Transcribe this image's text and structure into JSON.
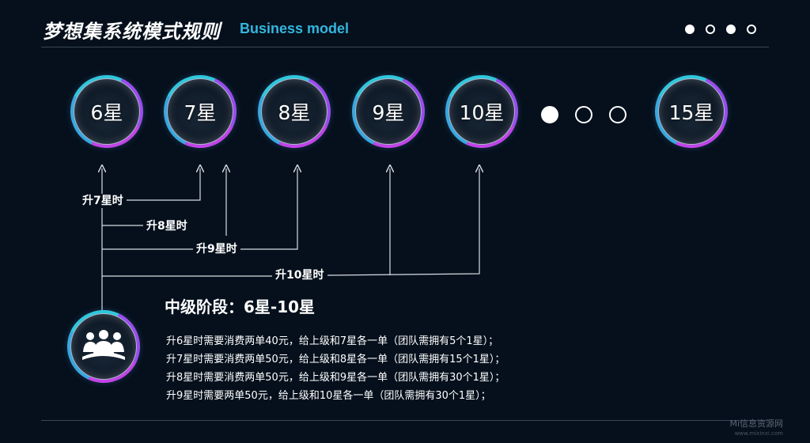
{
  "header": {
    "title_cn": "梦想集系统模式规则",
    "title_en": "Business model",
    "pager_dots": [
      "filled",
      "empty",
      "filled",
      "empty"
    ]
  },
  "stars": [
    {
      "label": "6星"
    },
    {
      "label": "7星"
    },
    {
      "label": "8星"
    },
    {
      "label": "9星"
    },
    {
      "label": "10星"
    },
    {
      "label": "15星"
    }
  ],
  "gap_dots": [
    "filled",
    "empty",
    "empty"
  ],
  "connectors": {
    "up7": "升7星时",
    "up8": "升8星时",
    "up9": "升9星时",
    "up10": "升10星时"
  },
  "stage": {
    "title": "中级阶段：6星-10星",
    "icon": "team-icon"
  },
  "rules": [
    "升6星时需要消费两单40元，给上级和7星各一单（团队需拥有5个1星）；",
    "升7星时需要消费两单50元，给上级和8星各一单（团队需拥有15个1星）；",
    "升8星时需要消费两单50元，给上级和9星各一单（团队需拥有30个1星）；",
    "升9星时需要两单50元，给上级和10星各一单（团队需拥有30个1星）；"
  ],
  "watermark": {
    "line1": "Mi信息资源网",
    "line2": "www.mixinxi.com"
  },
  "colors": {
    "background": "#05101c",
    "accent_cyan": "#34b6df",
    "accent_purple": "#c243e8",
    "line": "#d8dde4"
  }
}
